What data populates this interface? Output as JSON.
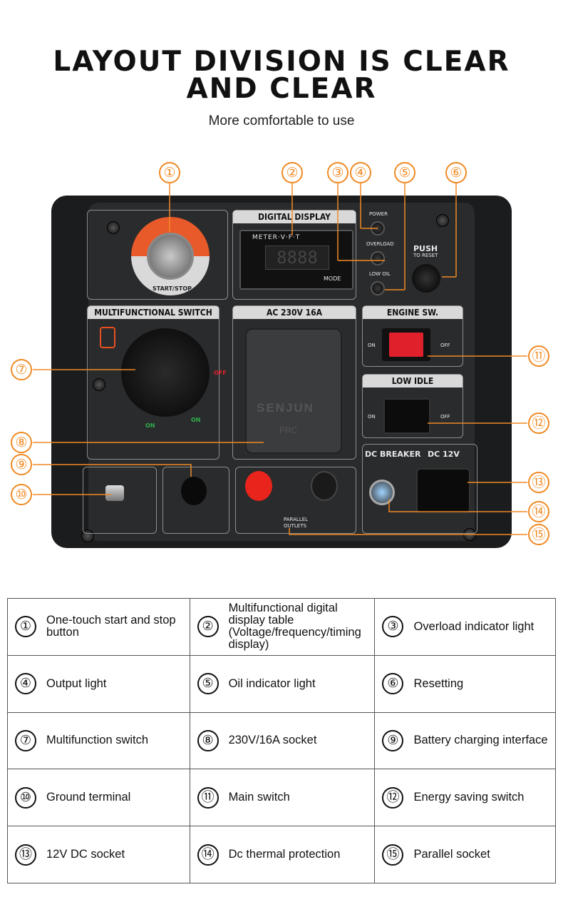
{
  "header": {
    "title_line1": "LAYOUT DIVISION IS CLEAR",
    "title_line2": "AND CLEAR",
    "subtitle": "More comfortable to use"
  },
  "colors": {
    "accent": "#f08a24",
    "panel": "#1b1c1e",
    "red_switch": "#e0212b"
  },
  "callout_numbers": [
    "①",
    "②",
    "③",
    "④",
    "⑤",
    "⑥",
    "⑦",
    "⑧",
    "⑨",
    "⑩",
    "⑪",
    "⑫",
    "⑬",
    "⑭",
    "⑮"
  ],
  "panel": {
    "start_label": "START/STOP",
    "digital_display_title": "DIGITAL DISPLAY",
    "meter_label": "METER·V·F·T",
    "display_value": "8888",
    "mode_label": "MODE",
    "power_label": "POWER",
    "overload_label": "OVERLOAD",
    "low_oil_label": "LOW OIL",
    "push_label": "PUSH",
    "to_reset_label": "TO RESET",
    "multifunctional_switch_title": "MULTIFUNCTIONAL SWITCH",
    "off_label": "OFF",
    "on_label": "ON",
    "ac_title": "AC 230V 16A",
    "brand_label": "SENJUN",
    "brand_sub": "PRC",
    "engine_sw_title": "ENGINE SW.",
    "low_idle_title": "LOW IDLE",
    "dc_breaker_label": "DC BREAKER",
    "dc12_label": "DC 12V",
    "parallel_label": "PARALLEL",
    "outlets_label": "OUTLETS"
  },
  "legend": [
    [
      {
        "num": "①",
        "text": "One-touch start and stop button"
      },
      {
        "num": "②",
        "text": "Multifunctional digital display table (Voltage/frequency/timing display)"
      },
      {
        "num": "③",
        "text": "Overload indicator light"
      }
    ],
    [
      {
        "num": "④",
        "text": "Output light"
      },
      {
        "num": "⑤",
        "text": "Oil indicator light"
      },
      {
        "num": "⑥",
        "text": "Resetting"
      }
    ],
    [
      {
        "num": "⑦",
        "text": "Multifunction switch"
      },
      {
        "num": "⑧",
        "text": "230V/16A socket"
      },
      {
        "num": "⑨",
        "text": "Battery charging interface"
      }
    ],
    [
      {
        "num": "⑩",
        "text": "Ground terminal"
      },
      {
        "num": "⑪",
        "text": "Main switch"
      },
      {
        "num": "⑫",
        "text": "Energy saving switch"
      }
    ],
    [
      {
        "num": "⑬",
        "text": "12V DC socket"
      },
      {
        "num": "⑭",
        "text": "Dc thermal protection"
      },
      {
        "num": "⑮",
        "text": "Parallel socket"
      }
    ]
  ]
}
